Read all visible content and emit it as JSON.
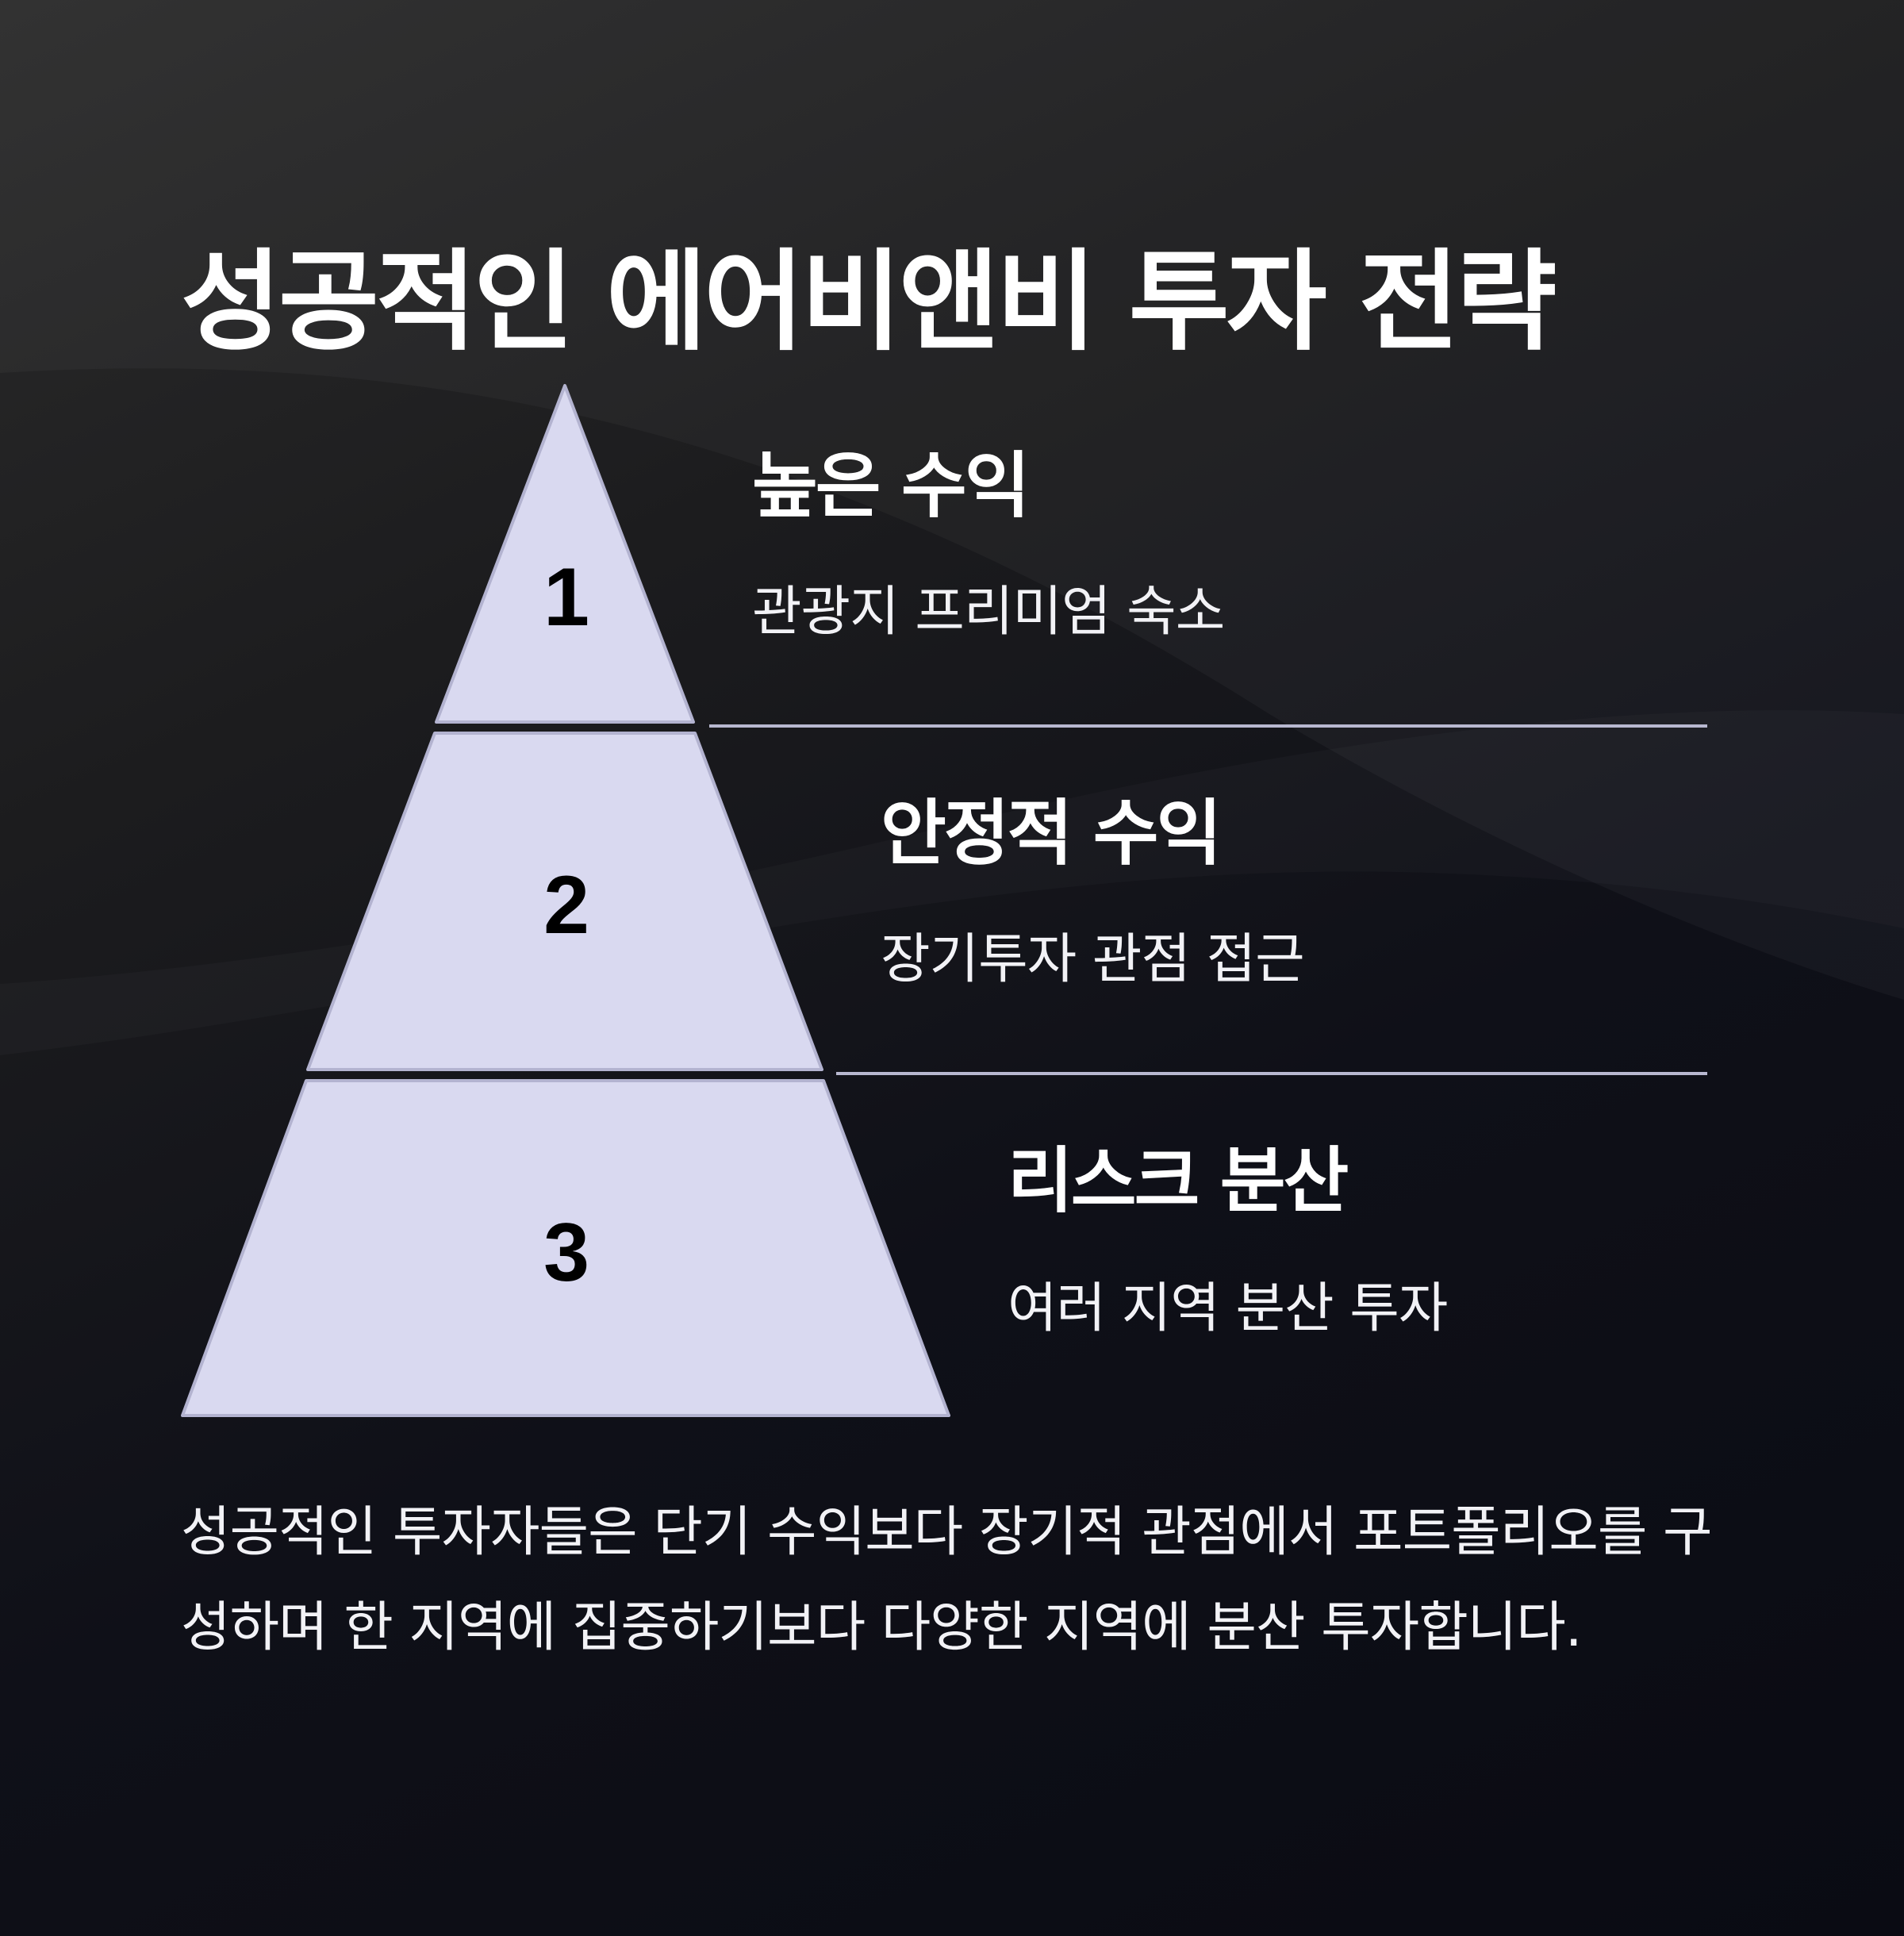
{
  "title": "성공적인 에어비앤비 투자 전략",
  "colors": {
    "tier_fill": "#d9d9f0",
    "tier_stroke": "#b3b3d0",
    "divider": "#b8b8d0",
    "text": "#ffffff"
  },
  "tiers": [
    {
      "number": "1",
      "heading": "높은 수익",
      "description": "관광지 프리미엄 숙소"
    },
    {
      "number": "2",
      "heading": "안정적 수익",
      "description": "장기투자 관점 접근"
    },
    {
      "number": "3",
      "heading": "리스크 분산",
      "description": "여러 지역 분산 투자"
    }
  ],
  "summary": "성공적인 투자자들은 단기 수익보다 장기적 관점에서 포트폴리오를 구성하며 한 지역에 집중하기보다 다양한 지역에 분산 투자합니다."
}
